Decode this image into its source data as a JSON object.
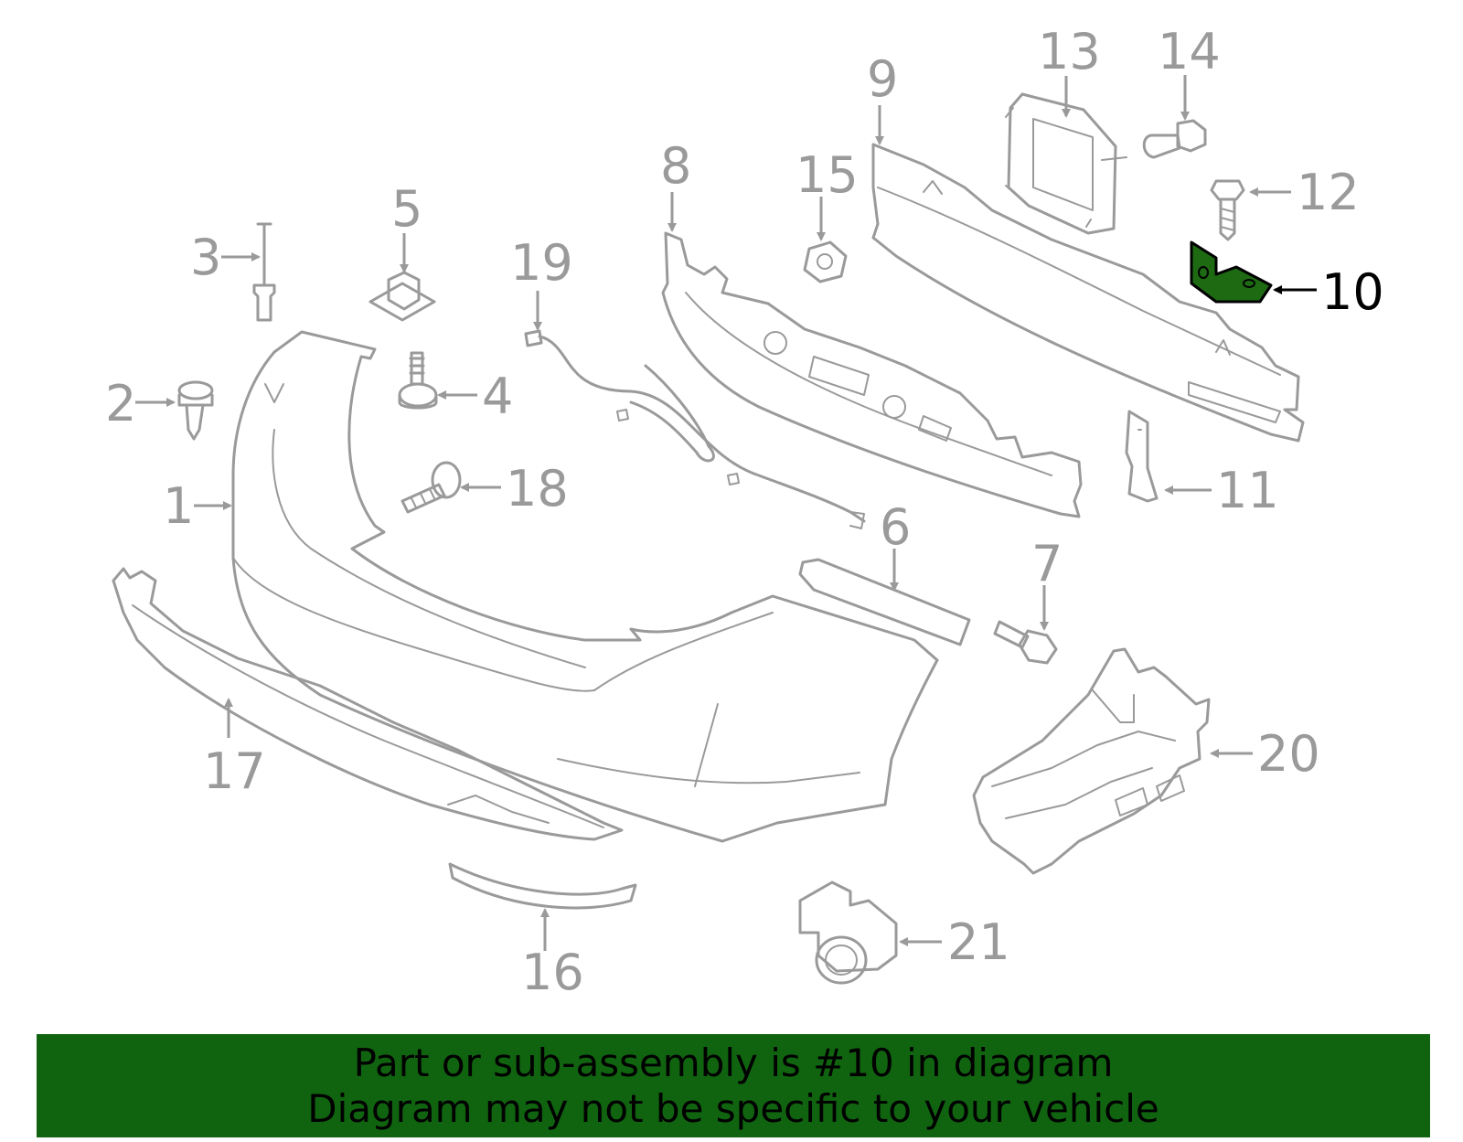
{
  "diagram": {
    "callouts": {
      "c1": "1",
      "c2": "2",
      "c3": "3",
      "c4": "4",
      "c5": "5",
      "c6": "6",
      "c7": "7",
      "c8": "8",
      "c9": "9",
      "c10": "10",
      "c11": "11",
      "c12": "12",
      "c13": "13",
      "c14": "14",
      "c15": "15",
      "c16": "16",
      "c17": "17",
      "c18": "18",
      "c19": "19",
      "c20": "20",
      "c21": "21"
    },
    "highlighted_part": "10",
    "colors": {
      "highlight_fill": "#1d6a12",
      "banner_bg": "#106410",
      "line_gray": "#9a9a9a"
    }
  },
  "banner": {
    "line1": "Part or sub-assembly is #10 in diagram",
    "line2": "Diagram may not be specific to your vehicle"
  }
}
